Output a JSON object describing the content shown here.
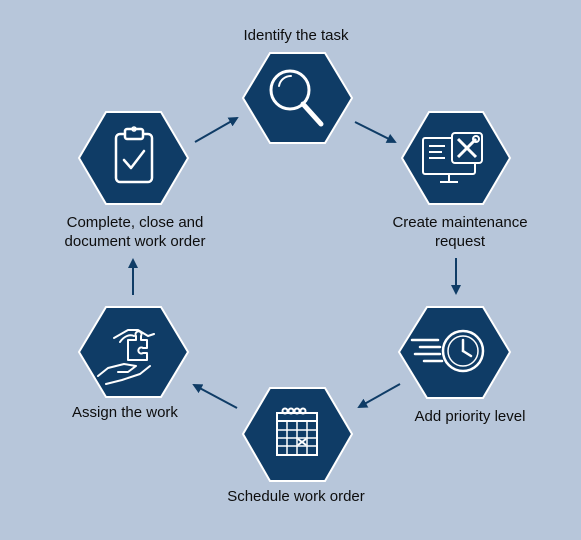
{
  "colors": {
    "background": "#b7c6da",
    "hexagon_fill": "#0f3c66",
    "hexagon_stroke": "#ffffff",
    "icon": "#ffffff",
    "arrow": "#0f3c66",
    "text": "#0d0d0d"
  },
  "steps": [
    {
      "label": "Identify the task",
      "icon": "magnifier-icon"
    },
    {
      "label": "Create maintenance\nrequest",
      "icon": "computer-tools-icon"
    },
    {
      "label": "Add priority level",
      "icon": "fast-clock-icon"
    },
    {
      "label": "Schedule work order",
      "icon": "calendar-icon"
    },
    {
      "label": "Assign the work",
      "icon": "handoff-puzzle-icon"
    },
    {
      "label": "Complete, close and\ndocument work order",
      "icon": "clipboard-check-icon"
    }
  ]
}
